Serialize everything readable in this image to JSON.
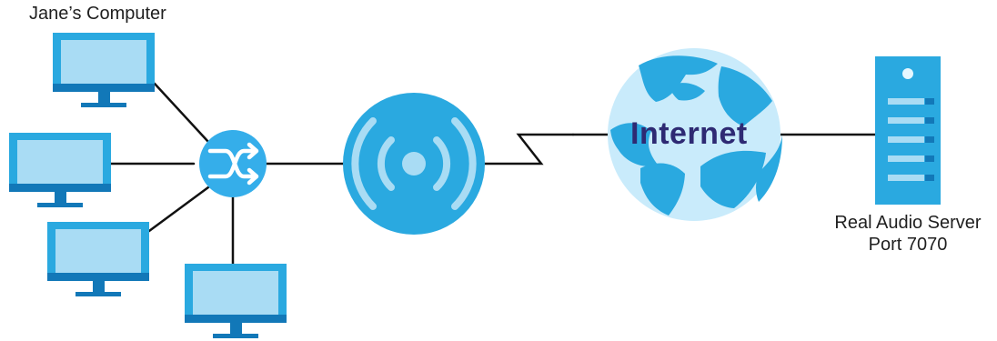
{
  "labels": {
    "computer_name": "Jane’s Computer",
    "internet": "Internet",
    "server_line1": "Real Audio Server",
    "server_line2": "Port 7070"
  },
  "icons": {
    "computer": "monitor-icon",
    "switch": "switch-icon",
    "wireless": "wireless-icon",
    "internet": "globe-icon",
    "server": "server-icon"
  },
  "colors": {
    "primary_blue": "#2aa9e0",
    "light_blue": "#a9dcf4",
    "dark_blue": "#1278b8",
    "line": "#111111",
    "text": "#1f1f1f",
    "internet_text": "#2e2a73"
  }
}
